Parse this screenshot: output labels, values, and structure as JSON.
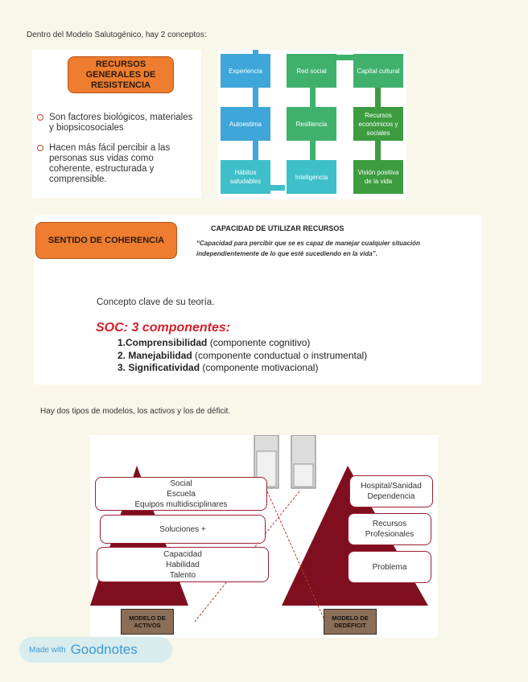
{
  "intro": "Dentro del Modelo Salutogénico, hay 2 conceptos:",
  "rgr": {
    "title": "RECURSOS\nGENERALES DE\nRESISTENCIA",
    "bullets": [
      "Son factores biológicos, materiales y biopsicosociales",
      "Hacen más fácil percibir a las personas sus vidas como coherente, estructurada y comprensible."
    ]
  },
  "flow": {
    "nodes": [
      "Experiencia",
      "Red social",
      "Capital cultural",
      "Autoestima",
      "Resiliencia",
      "Recursos económicos y sociales",
      "Hábitos saludables",
      "Inteligencia",
      "Visión positiva de la vida"
    ]
  },
  "soc": {
    "box": "SENTIDO DE COHERENCIA",
    "cap_title": "CAPACIDAD DE UTILIZAR RECURSOS",
    "quote": "“Capacidad para percibir que se es capaz de manejar cualquier situación independientemente de lo que esté sucediendo en la vida”.",
    "concept": "Concepto clave de su teoría.",
    "heading": "SOC: 3 componentes:",
    "components": [
      {
        "num": "1.",
        "name": "Comprensibilidad",
        "desc": " (componente cognitivo)"
      },
      {
        "num": "2. ",
        "name": "Manejabilidad",
        "desc": " (componente conductual o instrumental)"
      },
      {
        "num": "3. ",
        "name": "Significatividad",
        "desc": " (componente motivacional)"
      }
    ]
  },
  "models_intro": "Hay dos tipos de modelos, los activos y los de déficit.",
  "models": {
    "left": [
      "Social\nEscuela\nEquipos multidisciplinares",
      "Soluciones +",
      "Capacidad\nHabilidad\nTalento"
    ],
    "right": [
      "Hospital/Sanidad\nDependencia",
      "Recursos\nProfesionales",
      "Problema"
    ],
    "left_label": "MODELO DE\nACTIVOS",
    "right_label": "MODELO DE\nDEDÉFICIT"
  },
  "badge": {
    "prefix": "Made with",
    "brand": "Goodnotes"
  },
  "colors": {
    "orange": "#ef7d2f",
    "pyramid": "#7f0f1e",
    "red_heading": "#d81e2a",
    "brand": "#3c9bd6"
  }
}
